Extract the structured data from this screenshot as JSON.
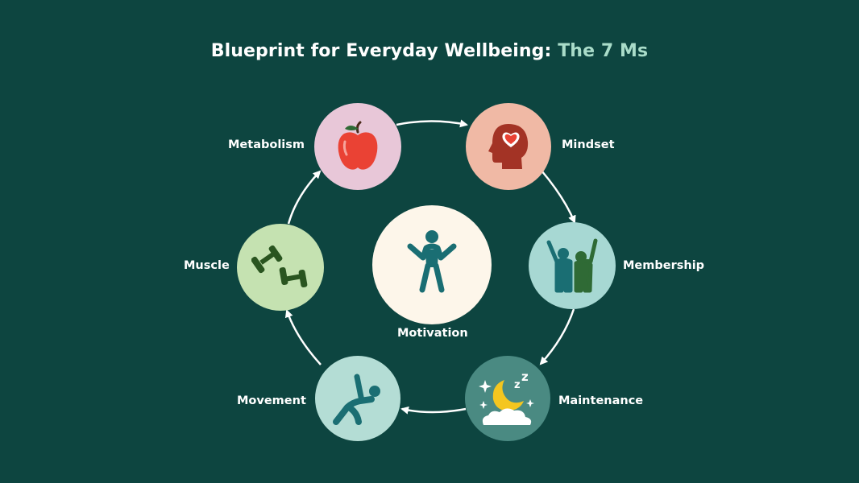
{
  "title": {
    "main": "Blueprint for Everyday Wellbeing: ",
    "accent": "The 7 Ms"
  },
  "center": {
    "label": "Motivation",
    "icon": "person-arms-raised-icon",
    "color": "#fdf6ea"
  },
  "nodes": [
    {
      "id": "metabolism",
      "label": "Metabolism",
      "icon": "apple-icon",
      "color": "#e8c7d8"
    },
    {
      "id": "mindset",
      "label": "Mindset",
      "icon": "head-heart-icon",
      "color": "#f0b9a5"
    },
    {
      "id": "membership",
      "label": "Membership",
      "icon": "two-people-icon",
      "color": "#a7d8d3"
    },
    {
      "id": "maintenance",
      "label": "Maintenance",
      "icon": "moon-sleep-icon",
      "color": "#4a8a82"
    },
    {
      "id": "movement",
      "label": "Movement",
      "icon": "stretching-person-icon",
      "color": "#b4ddd5"
    },
    {
      "id": "muscle",
      "label": "Muscle",
      "icon": "dumbbells-icon",
      "color": "#c5e2b1"
    }
  ],
  "colors": {
    "background": "#0d4540",
    "title_accent": "#a9dcc9",
    "arrows": "#ffffff"
  }
}
